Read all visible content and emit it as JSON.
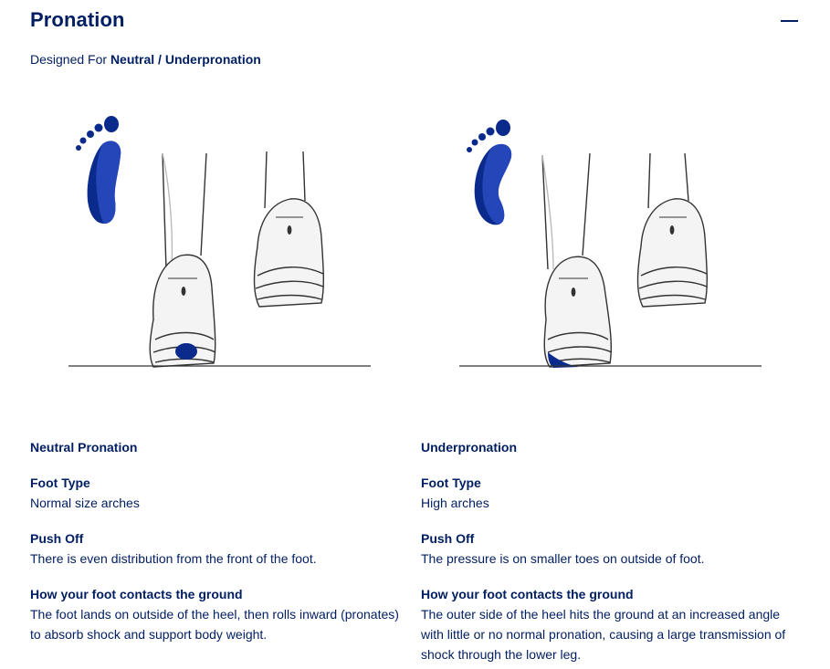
{
  "section": {
    "title": "Pronation",
    "collapse_icon": "minus-icon"
  },
  "designed_for": {
    "prefix": "Designed For",
    "value": "Neutral / Underpronation"
  },
  "colors": {
    "navy": "#001e62",
    "foot_blue": "#0a2a8c",
    "foot_light": "#2446b8"
  },
  "columns": [
    {
      "heading": "Neutral Pronation",
      "illustration_icon": "neutral-pronation-foot-illustration",
      "foot_type_label": "Foot Type",
      "foot_type": "Normal size arches",
      "push_off_label": "Push Off",
      "push_off": "There is even distribution from the front of the foot.",
      "contact_label": "How your foot contacts the ground",
      "contact": "The foot lands on outside of the heel, then rolls inward (pronates) to absorb shock and support body weight."
    },
    {
      "heading": "Underpronation",
      "illustration_icon": "underpronation-foot-illustration",
      "foot_type_label": "Foot Type",
      "foot_type": "High arches",
      "push_off_label": "Push Off",
      "push_off": "The pressure is on smaller toes on outside of foot.",
      "contact_label": "How your foot contacts the ground",
      "contact": "The outer side of the heel hits the ground at an increased angle with little or no normal pronation, causing a large transmission of shock through the lower leg."
    }
  ]
}
